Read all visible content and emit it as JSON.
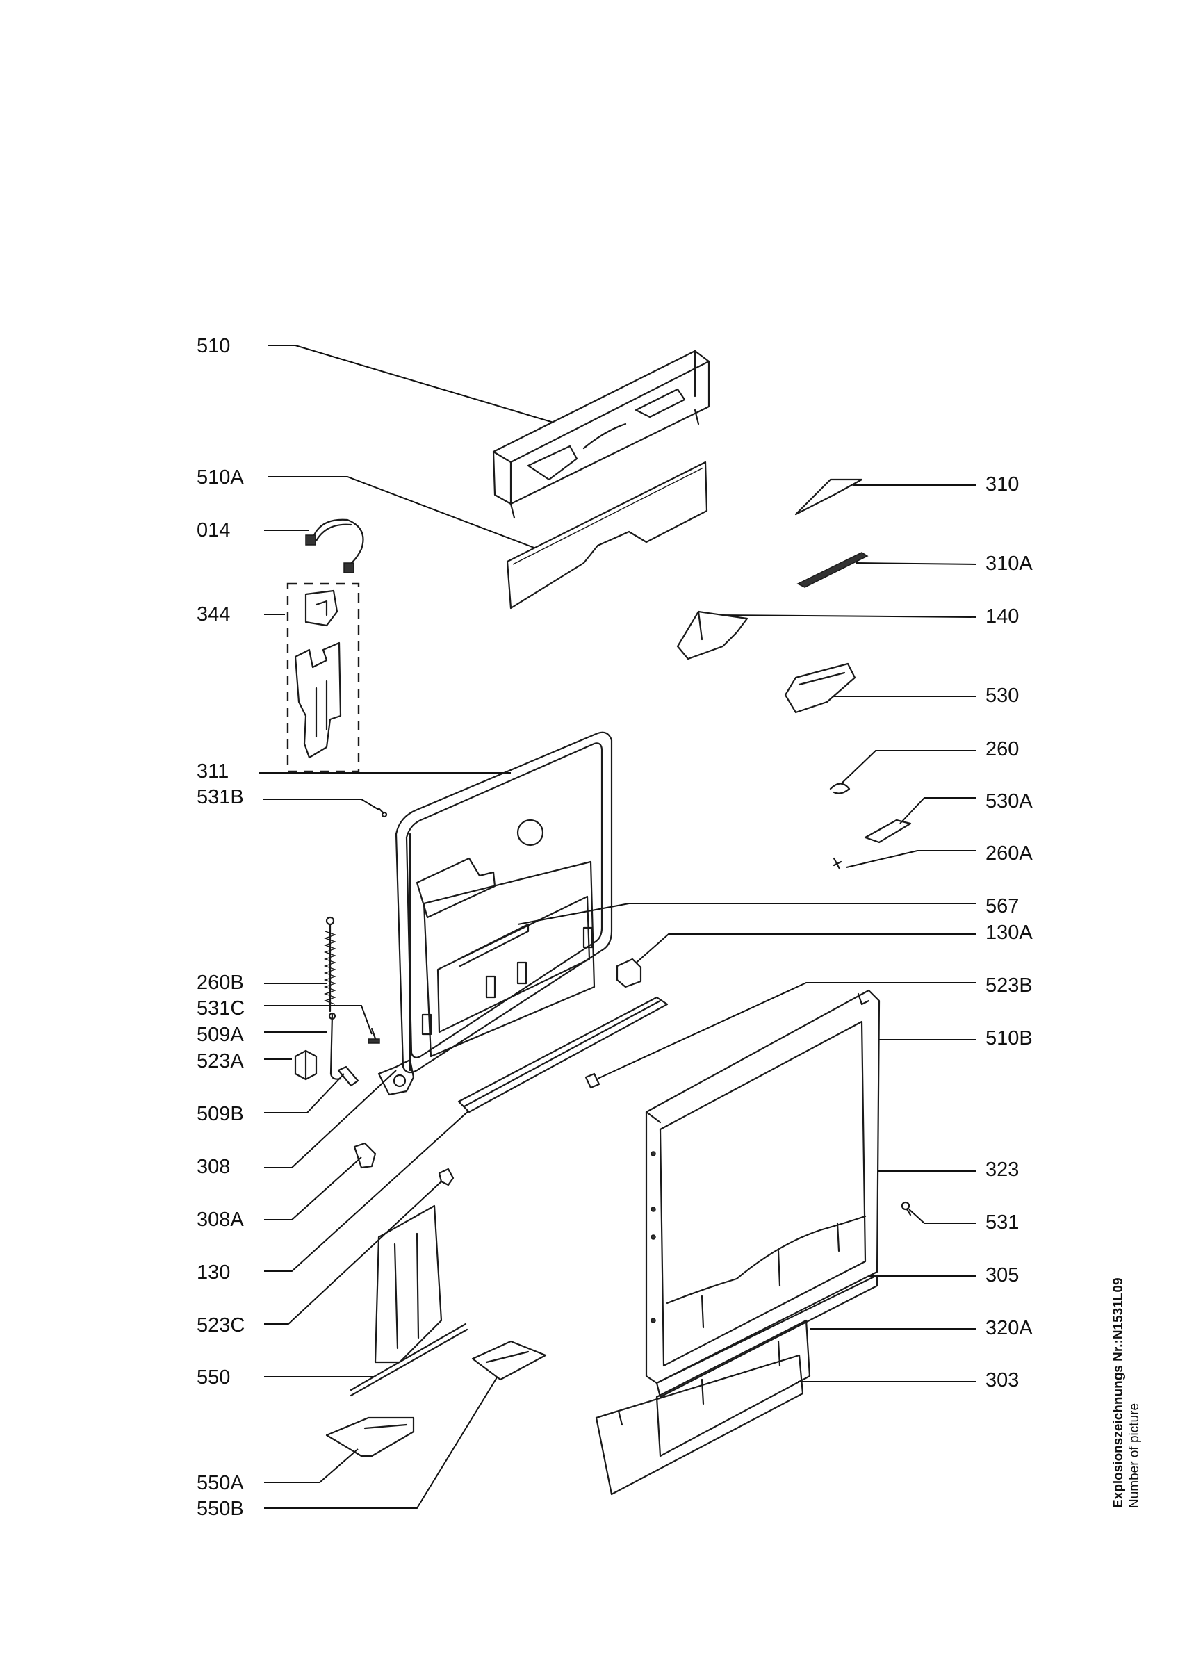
{
  "labels_left": [
    {
      "id": "510",
      "text": "510"
    },
    {
      "id": "510A",
      "text": "510A"
    },
    {
      "id": "014",
      "text": "014"
    },
    {
      "id": "344",
      "text": "344"
    },
    {
      "id": "311",
      "text": "311"
    },
    {
      "id": "531B",
      "text": "531B"
    },
    {
      "id": "260B",
      "text": "260B"
    },
    {
      "id": "531C",
      "text": "531C"
    },
    {
      "id": "509A",
      "text": "509A"
    },
    {
      "id": "523A",
      "text": "523A"
    },
    {
      "id": "509B",
      "text": "509B"
    },
    {
      "id": "308",
      "text": "308"
    },
    {
      "id": "308A",
      "text": "308A"
    },
    {
      "id": "130",
      "text": "130"
    },
    {
      "id": "523C",
      "text": "523C"
    },
    {
      "id": "550",
      "text": "550"
    },
    {
      "id": "550A",
      "text": "550A"
    },
    {
      "id": "550B",
      "text": "550B"
    }
  ],
  "labels_right": [
    {
      "id": "310",
      "text": "310"
    },
    {
      "id": "310A",
      "text": "310A"
    },
    {
      "id": "140",
      "text": "140"
    },
    {
      "id": "530",
      "text": "530"
    },
    {
      "id": "260",
      "text": "260"
    },
    {
      "id": "530A",
      "text": "530A"
    },
    {
      "id": "260A",
      "text": "260A"
    },
    {
      "id": "567",
      "text": "567"
    },
    {
      "id": "130A",
      "text": "130A"
    },
    {
      "id": "523B",
      "text": "523B"
    },
    {
      "id": "510B",
      "text": "510B"
    },
    {
      "id": "323",
      "text": "323"
    },
    {
      "id": "531",
      "text": "531"
    },
    {
      "id": "305",
      "text": "305"
    },
    {
      "id": "320A",
      "text": "320A"
    },
    {
      "id": "303",
      "text": "303"
    }
  ],
  "caption": {
    "line1": "Explosionszeichnungs Nr.:N1531L09",
    "line2": "Number of picture"
  }
}
